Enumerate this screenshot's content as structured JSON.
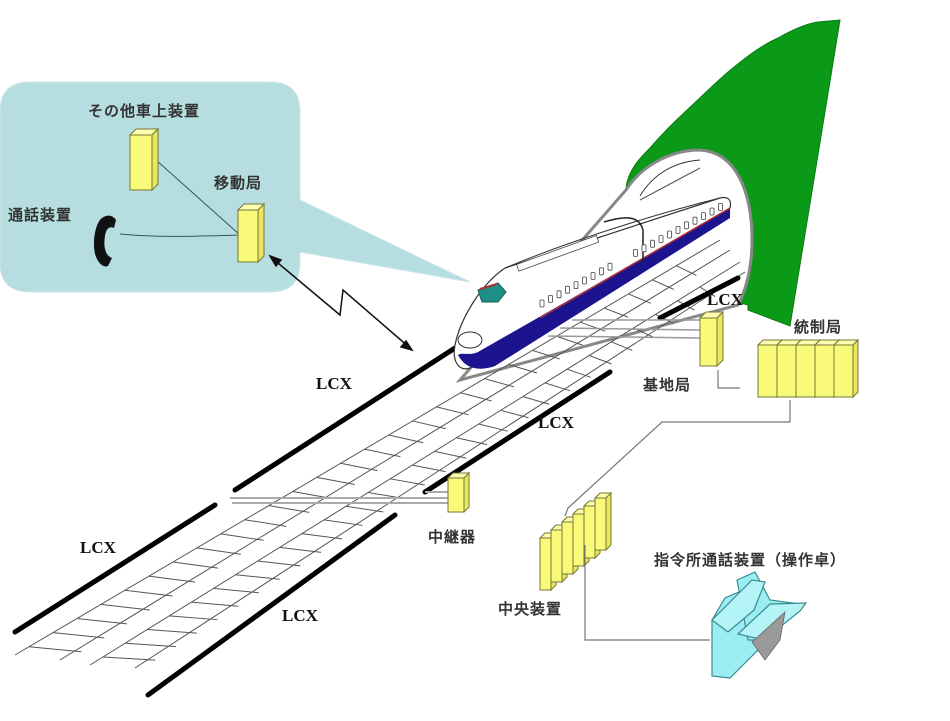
{
  "title": "LCX方式 列車無線システム構成図",
  "colors": {
    "mountain": "#0a9a17",
    "balloon": "#b6dee0",
    "equipment_yellow": "#fafa7a",
    "equipment_edge": "#777733",
    "train_blue": "#1c138f",
    "train_red": "#b0302f",
    "console_cyan": "#9aeef2",
    "console_shadow": "#9a9a9a",
    "window_teal": "#1d8f86",
    "cable_black": "#000000",
    "line_gray": "#777777"
  },
  "balloon": {
    "other_onboard_equipment": "その他車上装置",
    "mobile_station": "移動局",
    "call_device": "通話装置",
    "phone_icon": "telephone-handset-icon"
  },
  "ground": {
    "lcx_tunnel": "LCX",
    "control_station": "統制局",
    "base_station": "基地局",
    "lcx_upper_left": "LCX",
    "lcx_mid_right": "LCX",
    "lcx_lower_left": "LCX",
    "lcx_lower_right": "LCX",
    "repeater": "中継器",
    "central_equipment": "中央装置",
    "dispatch_console": "指令所通話装置（操作卓）"
  }
}
